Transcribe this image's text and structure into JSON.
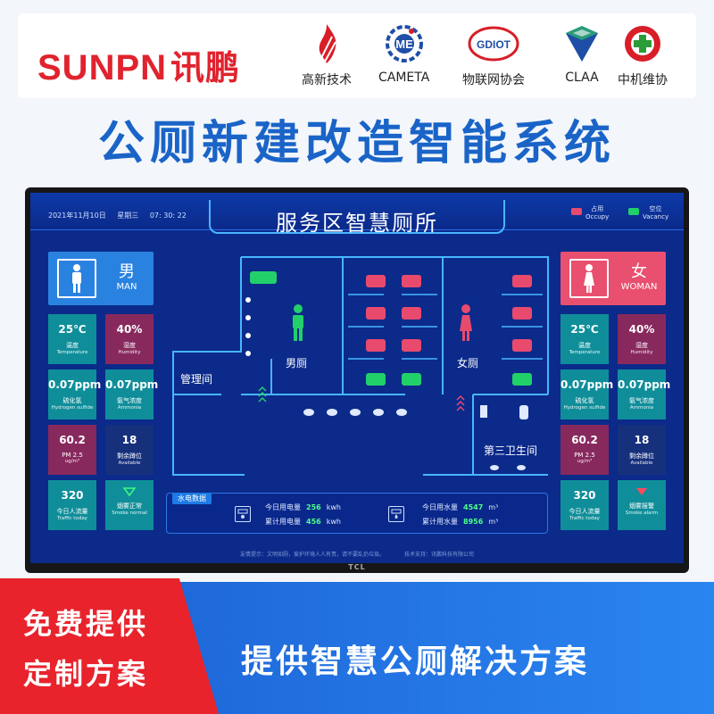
{
  "brand": {
    "logo_latin": "SUNPN",
    "logo_cn": "讯鹏",
    "certs": [
      {
        "label": "高新技术",
        "icon": "flame-emblem-icon",
        "color": "#d81e28"
      },
      {
        "label": "CAMETA",
        "icon": "gear-emblem-icon",
        "color": "#1f4ea8"
      },
      {
        "label": "物联网协会",
        "icon": "gdiot-badge-icon",
        "color": "#d81e28"
      },
      {
        "label": "CLAA",
        "icon": "diamond-emblem-icon",
        "color": "#2a9c7a"
      },
      {
        "label": "中机维协",
        "icon": "cross-gear-icon",
        "color": "#d81e28"
      }
    ]
  },
  "headline": "公厕新建改造智能系统",
  "dashboard": {
    "date": "2021年11月10日",
    "weekday": "星期三",
    "time": "07: 30: 22",
    "title": "服务区智慧厕所",
    "legend": {
      "occupied_cn": "占用",
      "occupied_en": "Occupy",
      "occupied_color": "#e84a6e",
      "vacant_cn": "空位",
      "vacant_en": "Vacancy",
      "vacant_color": "#22d06a"
    },
    "men": {
      "label_cn": "男",
      "label_en": "MAN",
      "temp_value": "25℃",
      "temp_cn": "温度",
      "temp_en": "Temperature",
      "humidity_value": "40%",
      "humidity_cn": "湿度",
      "humidity_en": "Humidity",
      "h2s_value": "0.07ppm",
      "h2s_cn": "硫化氢",
      "h2s_en": "Hydrogen sulfide",
      "nh3_value": "0.07ppm",
      "nh3_cn": "氨气浓度",
      "nh3_en": "Ammonia",
      "pm_value": "60.2",
      "pm_cn": "PM 2.5",
      "pm_unit": "ug/m³",
      "avail_value": "18",
      "avail_cn": "剩余蹲位",
      "avail_en": "Available",
      "traffic_value": "320",
      "traffic_cn": "今日人流量",
      "traffic_en": "Traffic today",
      "smoke_cn": "烟雾正常",
      "smoke_en": "Smoke normal"
    },
    "women": {
      "label_cn": "女",
      "label_en": "WOMAN",
      "temp_value": "25℃",
      "temp_cn": "温度",
      "temp_en": "Temperature",
      "humidity_value": "40%",
      "humidity_cn": "湿度",
      "humidity_en": "Humidity",
      "h2s_value": "0.07ppm",
      "h2s_cn": "硫化氢",
      "h2s_en": "Hydrogen sulfide",
      "nh3_value": "0.07ppm",
      "nh3_cn": "氨气浓度",
      "nh3_en": "Ammonia",
      "pm_value": "60.2",
      "pm_cn": "PM 2.5",
      "pm_unit": "ug/m³",
      "avail_value": "18",
      "avail_cn": "剩余蹲位",
      "avail_en": "Available",
      "traffic_value": "320",
      "traffic_cn": "今日人流量",
      "traffic_en": "Traffic today",
      "smoke_cn": "烟雾报警",
      "smoke_en": "Smoke alarm"
    },
    "plan": {
      "mgmt_room": "管理间",
      "men_room": "男厕",
      "women_room": "女厕",
      "third_restroom": "第三卫生间"
    },
    "utility": {
      "tag": "水电数据",
      "elec_today_label": "今日用电量",
      "elec_today_value": "256",
      "elec_unit": "kwh",
      "elec_total_label": "累计用电量",
      "elec_total_value": "456",
      "water_today_label": "今日用水量",
      "water_today_value": "4547",
      "water_unit": "m³",
      "water_total_label": "累计用水量",
      "water_total_value": "8956"
    },
    "tips": "友情提示：文明如厕，爱护环境人人有责，请不要乱扔垃圾。",
    "support": "技术支持：讯鹏科技有限公司",
    "tv_brand": "TCL"
  },
  "promo": {
    "line1": "免费提供",
    "line2": "定制方案"
  },
  "slogan": "提供智慧公厕解决方案"
}
